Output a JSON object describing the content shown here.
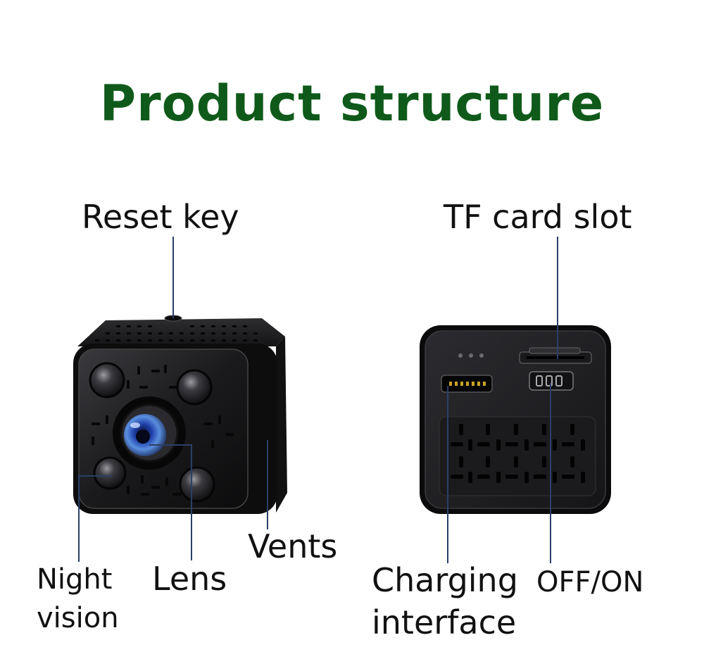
{
  "title": "Product structure",
  "labels": {
    "reset_key": "Reset key",
    "tf_card_slot": "TF card slot",
    "vents": "Vents",
    "night_vision_line1": "Night",
    "night_vision_line2": "vision",
    "lens": "Lens",
    "charging_line1": "Charging",
    "charging_line2": "interface",
    "off_on": "OFF/ON"
  },
  "colors": {
    "title": "#0f5a1a",
    "leader": "#2b3f66",
    "body": "#1c1c1e"
  }
}
